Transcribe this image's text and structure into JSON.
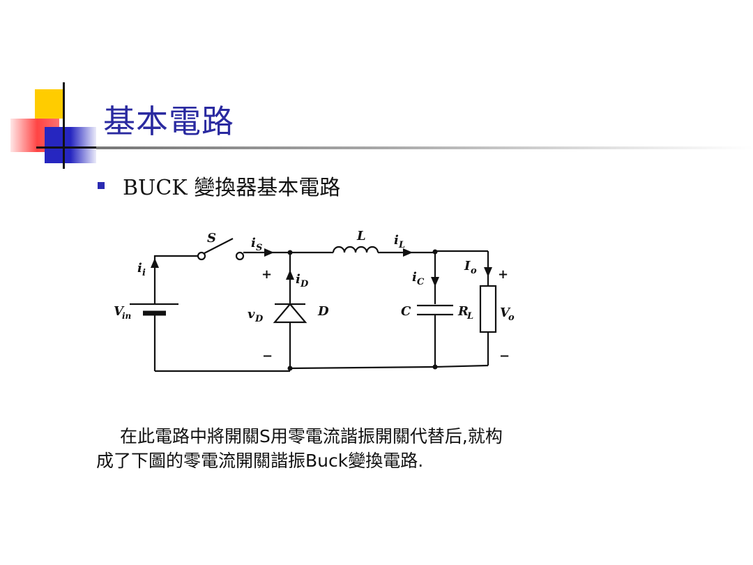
{
  "slide": {
    "title": "基本電路",
    "bullet": "BUCK  變換器基本電路",
    "paragraph": {
      "line1": "在此電路中將開關S用零電流諧振開關代替后,就构",
      "line2": "成了下圖的零電流開關諧振Buck變換電路."
    }
  },
  "circuit": {
    "labels": {
      "switch": "S",
      "switch_current": "i",
      "switch_current_sub": "S",
      "inductor": "L",
      "inductor_current": "i",
      "inductor_current_sub": "L",
      "input_current": "i",
      "input_current_sub": "i",
      "input_voltage": "V",
      "input_voltage_sub": "in",
      "diode_voltage": "v",
      "diode_voltage_sub": "D",
      "diode_current": "i",
      "diode_current_sub": "D",
      "diode": "D",
      "cap_current": "i",
      "cap_current_sub": "C",
      "capacitor": "C",
      "load": "R",
      "load_sub": "L",
      "output_current": "I",
      "output_current_sub": "o",
      "output_voltage": "V",
      "output_voltage_sub": "o",
      "plus": "+",
      "minus": "−"
    }
  },
  "colors": {
    "title": "#2a2aa0",
    "accent_yellow": "#ffcc00",
    "accent_red": "#ff5050",
    "accent_blue": "#3030c0",
    "bullet": "#2b2bb2"
  }
}
